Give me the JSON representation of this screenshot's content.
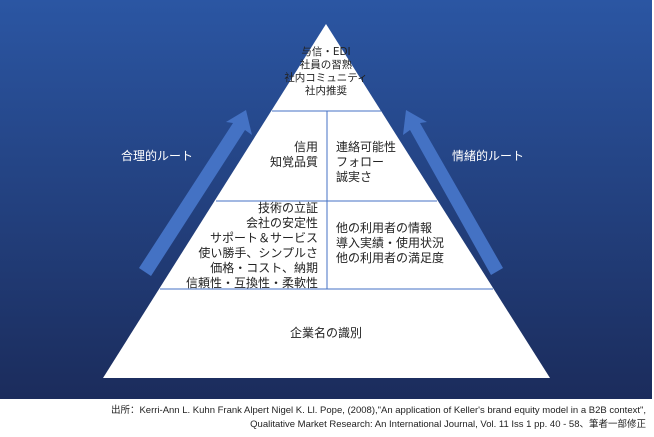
{
  "pyramid": {
    "top": [
      "与信・EDI",
      "社員の習熟",
      "社内コミュニティ",
      "社内推奨"
    ],
    "middle_left": [
      "信用",
      "知覚品質"
    ],
    "middle_right": [
      "連絡可能性",
      "フォロー",
      "誠実さ"
    ],
    "lower_left": [
      "技術の立証",
      "会社の安定性",
      "サポート＆サービス",
      "使い勝手、シンプルさ",
      "価格・コスト、納期",
      "信頼性・互換性・柔軟性"
    ],
    "lower_right": [
      "他の利用者の情報",
      "導入実績・使用状況",
      "他の利用者の満足度"
    ],
    "base": "企業名の識別"
  },
  "routes": {
    "left": "合理的ルート",
    "right": "情緒的ルート"
  },
  "source": {
    "line1": "出所：Kerri-Ann L. Kuhn Frank Alpert Nigel K. Ll. Pope, (2008),\"An application of Keller's brand equity model in a B2B context\",",
    "line2": "Qualitative Market Research: An International Journal, Vol. 11 Iss 1 pp. 40 - 58、筆者一部修正"
  },
  "colors": {
    "arrow": "#4472c4",
    "line": "#4472c4"
  }
}
